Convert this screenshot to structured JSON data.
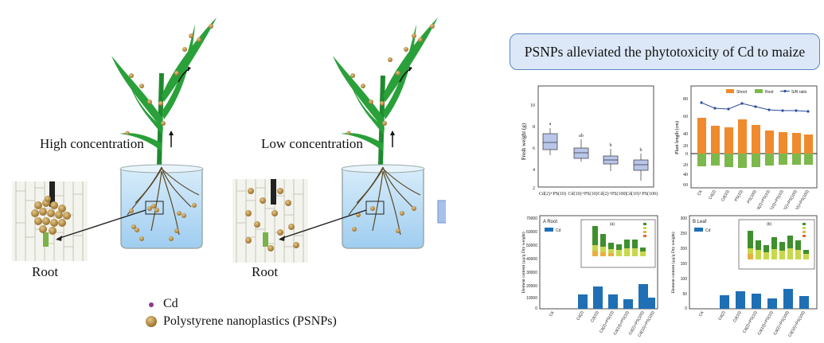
{
  "left": {
    "high_label": "High concentration",
    "low_label": "Low concentration",
    "root_label_1": "Root",
    "root_label_2": "Root",
    "legend": [
      {
        "label": "Cd",
        "color": "#8b3a8f"
      },
      {
        "label": "Polystyrene nanoplastics (PSNPs)",
        "color": "#b8923e"
      }
    ]
  },
  "title": "PSNPs alleviated the phytotoxicity of Cd to maize",
  "charts": {
    "fresh_weight": {
      "ylabel": "Fresh weight (g)",
      "yticks": [
        "10",
        "8",
        "6",
        "4",
        "2"
      ],
      "categories": [
        "Cd(2)+PS(10)",
        "Cd(10)+PS(10)",
        "Cd(2)+PS(100)",
        "Cd(10)+PS(100)"
      ],
      "letters": [
        "a",
        "ab",
        "b",
        "b"
      ]
    },
    "plant_length": {
      "legend": [
        "Shoot",
        "Root",
        "S/R ratio"
      ],
      "ylabel": "Plant length (cm)",
      "yticks": [
        "80",
        "60",
        "40",
        "20",
        "0",
        "20",
        "40",
        "60"
      ],
      "categories": [
        "CK",
        "Cd(2)",
        "Cd(10)",
        "PS(10)",
        "PS(100)",
        "Cd(2)+PS(10)",
        "Cd(10)+PS(10)",
        "Cd(2)+PS(100)",
        "Cd(10)+PS(100)"
      ]
    },
    "root_content": {
      "panel": "A  Root",
      "series": "Cd",
      "inset": "(a)",
      "ylabel": "Element content (μg/g Dry weight)",
      "yticks": [
        "70000",
        "60000",
        "50000",
        "40000",
        "30000",
        "20000",
        "10000",
        "0"
      ],
      "categories": [
        "CK",
        "Cd(2)",
        "Cd(10)",
        "Cd(2)+PS(10)",
        "Cd(10)+PS(10)",
        "Cd(2)+PS(100)",
        "Cd(10)+PS(100)"
      ]
    },
    "leaf_content": {
      "panel": "B  Leaf",
      "series": "Cd",
      "inset": "(b)",
      "ylabel": "Element content (μg/g Dry weight)",
      "yticks": [
        "300",
        "250",
        "200",
        "150",
        "100",
        "50",
        "0"
      ],
      "categories": [
        "CK",
        "Cd(2)",
        "Cd(10)",
        "Cd(2)+PS(10)",
        "Cd(10)+PS(10)",
        "Cd(2)+PS(100)",
        "Cd(10)+PS(100)"
      ]
    }
  }
}
